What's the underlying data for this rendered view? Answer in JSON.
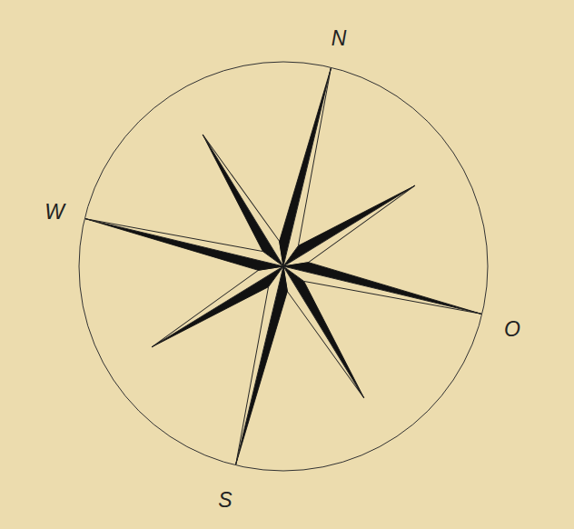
{
  "diagram": {
    "labels": [
      "N",
      "W",
      "O",
      "S"
    ]
  }
}
